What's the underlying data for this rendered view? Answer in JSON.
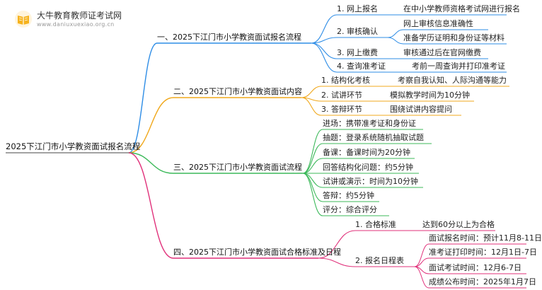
{
  "header": {
    "brand_name": "大牛教育教师证考试网",
    "site_url": "www.daniuxuexiao.org.cn"
  },
  "mindmap": {
    "root": "2025下江门市小学教资面试报名流程",
    "branches": [
      {
        "label": "一、2025下江门市小学教资面试报名流程",
        "color": "#2e8de6",
        "items": [
          {
            "label": "1. 网上报名",
            "details": [
              "在中小学教师资格考试网进行报名"
            ]
          },
          {
            "label": "2. 审核确认",
            "details": [
              "网上审核信息准确性",
              "准备学历证明和身份证等材料"
            ]
          },
          {
            "label": "3. 网上缴费",
            "details": [
              "审核通过后在官网缴费"
            ]
          },
          {
            "label": "4. 查询准考证",
            "details": [
              "考前一周查询并打印准考证"
            ]
          }
        ]
      },
      {
        "label": "二、2025下江门市小学教资面试内容",
        "color": "#f0a81c",
        "items": [
          {
            "label": "1. 结构化考核",
            "details": [
              "考察自我认知、人际沟通等能力"
            ]
          },
          {
            "label": "2. 试讲环节",
            "details": [
              "模拟教学时间为10分钟"
            ]
          },
          {
            "label": "3. 答辩环节",
            "details": [
              "围绕试讲内容提问"
            ]
          }
        ]
      },
      {
        "label": "三、2025下江门市小学教资面试流程",
        "color": "#3cb95a",
        "items": [
          {
            "label": "进场：携带准考证和身份证",
            "details": []
          },
          {
            "label": "抽题：登录系统随机抽取试题",
            "details": []
          },
          {
            "label": "备课：备课时间为20分钟",
            "details": []
          },
          {
            "label": "回答结构化问题：约5分钟",
            "details": []
          },
          {
            "label": "试讲或演示：时间为10分钟",
            "details": []
          },
          {
            "label": "答辩：约5分钟",
            "details": []
          },
          {
            "label": "评分：综合评分",
            "details": []
          }
        ]
      },
      {
        "label": "四、2025下江门市小学教资面试合格标准及日程",
        "color": "#e0307a",
        "items": [
          {
            "label": "1. 合格标准",
            "details": [
              "达到60分以上为合格"
            ]
          },
          {
            "label": "2. 报名日程表",
            "details": [
              "面试报名时间：预计11月8-11日",
              "准考证打印时间：12月1日-7日",
              "面试考试时间：12月6-7日",
              "成绩公布时间：2025年1月7日"
            ]
          }
        ]
      }
    ]
  }
}
